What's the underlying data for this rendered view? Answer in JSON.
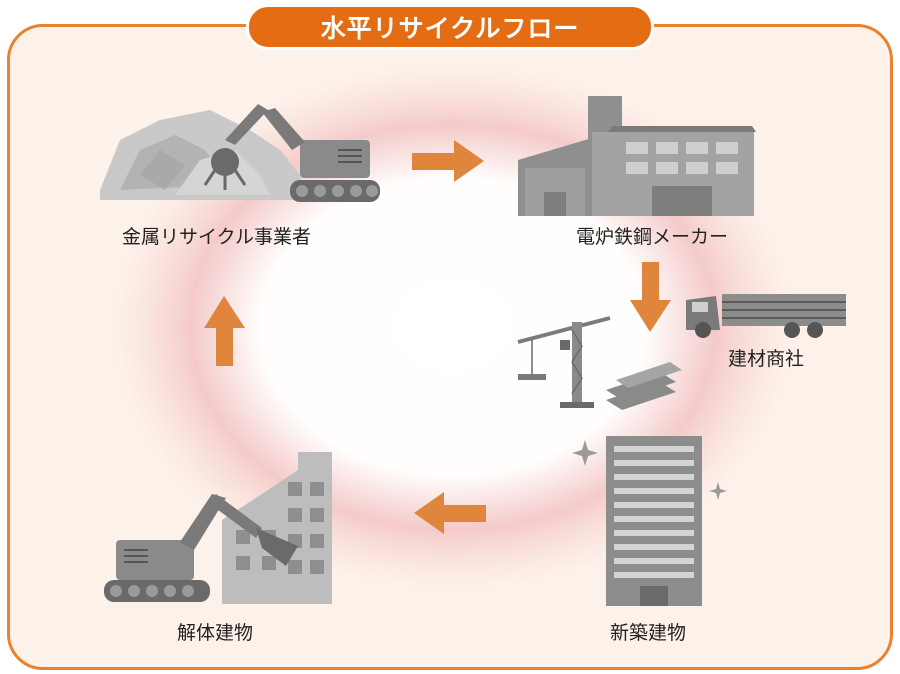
{
  "title": "水平リサイクルフロー",
  "nodes": {
    "recycler": "金属リサイクル事業者",
    "steelmaker": "電炉鉄鋼メーカー",
    "trader": "建材商社",
    "new_building": "新築建物",
    "demolition": "解体建物"
  },
  "colors": {
    "accent": "#e46c12",
    "arrow": "#e0853c",
    "border": "#e8822e",
    "illustration": "#8a8a8a"
  }
}
